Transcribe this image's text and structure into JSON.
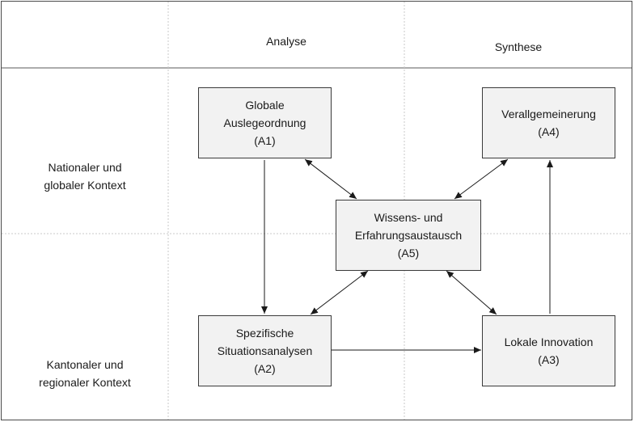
{
  "columns": {
    "analyse": "Analyse",
    "synthese": "Synthese"
  },
  "rows": {
    "national": [
      "Nationaler und",
      "globaler Kontext"
    ],
    "regional": [
      "Kantonaler und",
      "regionaler Kontext"
    ]
  },
  "nodes": {
    "a1": [
      "Globale",
      "Auslegeordnung",
      "(A1)"
    ],
    "a2": [
      "Spezifische",
      "Situationsanalysen",
      "(A2)"
    ],
    "a3": [
      "Lokale Innovation",
      "(A3)"
    ],
    "a4": [
      "Verallgemeinerung",
      "(A4)"
    ],
    "a5": [
      "Wissens- und",
      "Erfahrungsaustausch",
      "(A5)"
    ]
  },
  "colors": {
    "border": "#3a3a3a",
    "grid": "#c8c8c8",
    "box_fill": "#f2f2f2",
    "arrow": "#1a1a1a"
  }
}
